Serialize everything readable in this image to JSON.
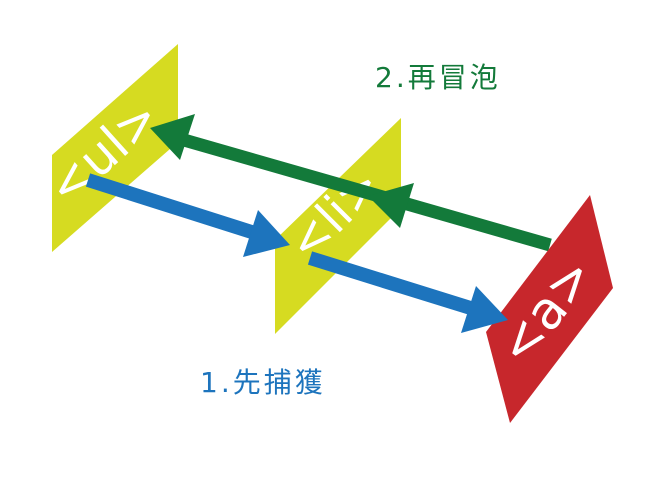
{
  "diagram": {
    "elements": [
      {
        "tag": "<ul>",
        "color": "#d6db21"
      },
      {
        "tag": "<li>",
        "color": "#d6db21"
      },
      {
        "tag": "<a>",
        "color": "#c7272c"
      }
    ],
    "tag_text_color": "#ffffff",
    "bubble": {
      "label": "2.再冒泡",
      "color": "#137a3a"
    },
    "capture": {
      "label": "1.先捕獲",
      "color": "#1d74bd"
    }
  }
}
